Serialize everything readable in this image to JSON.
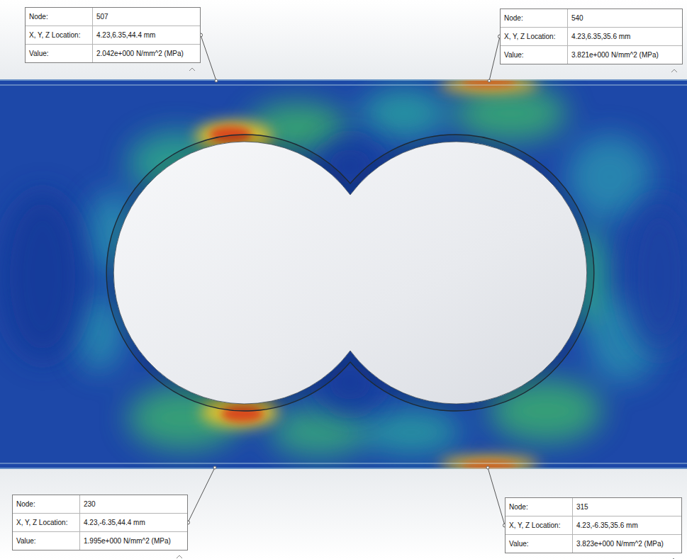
{
  "diagram": {
    "nodes": [
      {
        "text": [
          "Node:",
          "507",
          "X, Y, Z Location:",
          "4.23,6.35,44.4 mm",
          "Value:",
          "2.042e+000 N/mm^2 (MPa)"
        ]
      },
      {
        "text": [
          "Node:",
          "540",
          "X, Y, Z Location:",
          "4.23,6.35,35.6 mm",
          "Value:",
          "3.821e+000 N/mm^2 (MPa)"
        ]
      },
      {
        "text": [
          "Node:",
          "230",
          "X, Y, Z Location:",
          "4.23,-6.35,44.4 mm",
          "Value:",
          "1.995e+000 N/mm^2 (MPa)"
        ]
      },
      {
        "text": [
          "Node:",
          "315",
          "X, Y, Z Location:",
          "4.23,-6.35,35.6 mm",
          "Value:",
          "3.823e+000 N/mm^2 (MPa)"
        ]
      }
    ]
  }
}
